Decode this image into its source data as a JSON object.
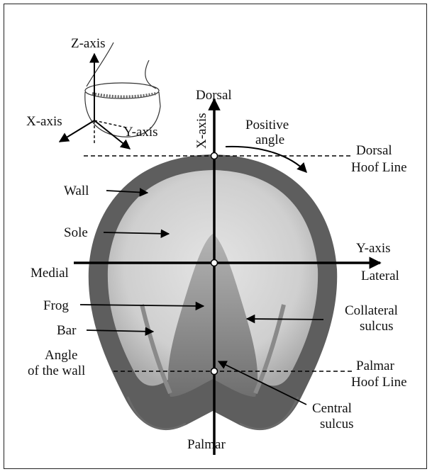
{
  "figure": {
    "axis_labels": {
      "z_axis": "Z-axis",
      "x_axis_inset": "X-axis",
      "y_axis_inset": "Y-axis",
      "x_axis": "X-axis",
      "y_axis": "Y-axis"
    },
    "directions": {
      "dorsal": "Dorsal",
      "palmar": "Palmar",
      "medial": "Medial",
      "lateral": "Lateral"
    },
    "positive_angle": [
      "Positive",
      "angle"
    ],
    "reference_lines": {
      "dorsal": [
        "Dorsal",
        "Hoof Line"
      ],
      "palmar": [
        "Palmar",
        "Hoof Line"
      ]
    },
    "anatomy": {
      "wall": "Wall",
      "sole": "Sole",
      "frog": "Frog",
      "bar": "Bar",
      "angle_of_wall": [
        "Angle",
        "of the wall"
      ],
      "collateral_sulcus": [
        "Collateral",
        "sulcus"
      ],
      "central_sulcus": [
        "Central",
        "sulcus"
      ]
    },
    "colors": {
      "wall_outer": "#5a5a5a",
      "sole": "#d2d2d2",
      "frog": "#8c8c8c",
      "lines": "#000000"
    }
  }
}
